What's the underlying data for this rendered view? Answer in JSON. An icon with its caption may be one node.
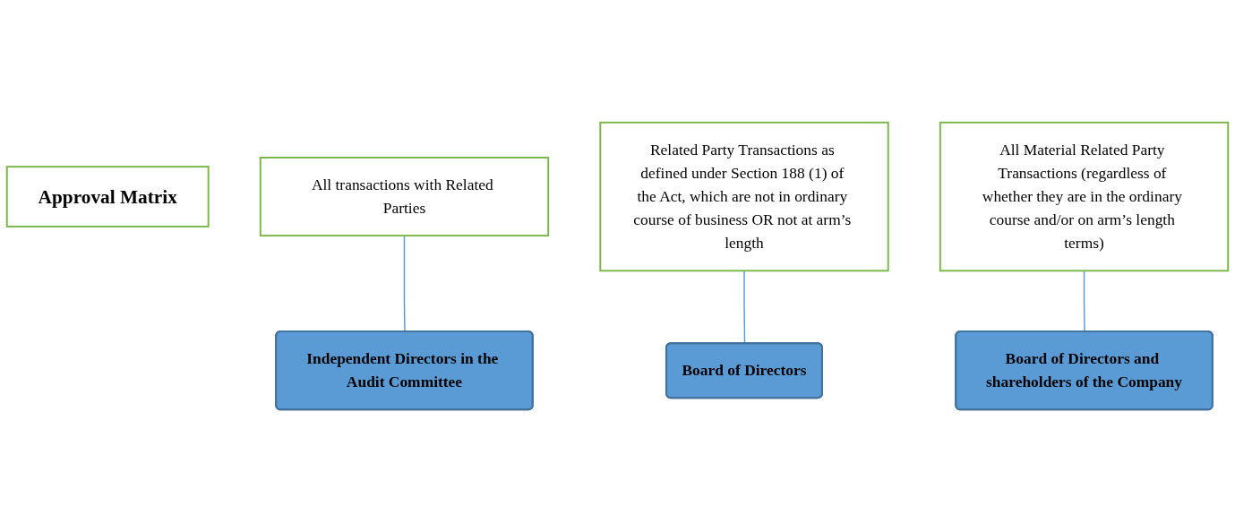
{
  "diagram": {
    "nodes": [
      {
        "text": [
          "Approval Matrix"
        ]
      },
      {
        "text": [
          "All transactions with Related Parties"
        ]
      },
      {
        "text": [
          "Independent Directors in the Audit Committee"
        ]
      },
      {
        "text": [
          "Related Party Transactions as defined under Section 188 (1) of the Act, which are not in ordinary course of business OR not at arm’s length"
        ]
      },
      {
        "text": [
          "Board of Directors"
        ]
      },
      {
        "text": [
          "All Material Related Party Transactions (regardless of whether they are in the ordinary course and/or on arm’s length terms)"
        ]
      },
      {
        "text": [
          "Board of Directors and shareholders of the Company"
        ]
      }
    ],
    "edges": [
      {
        "from": 1,
        "to": 2,
        "arrow": "none"
      },
      {
        "from": 3,
        "to": 4,
        "arrow": "none"
      },
      {
        "from": 5,
        "to": 6,
        "arrow": "none"
      }
    ]
  }
}
